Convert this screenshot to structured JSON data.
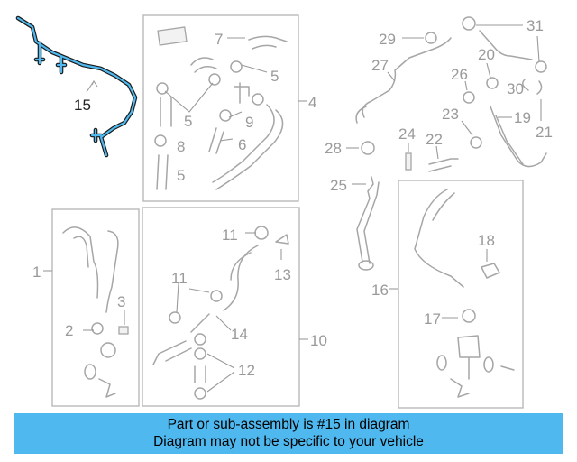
{
  "colors": {
    "highlight": "#4fb8ee",
    "outline": "#1a1a1a",
    "part_gray": "#a6a6a6",
    "label_gray": "#9a9a9a"
  },
  "highlighted_part": "15",
  "callouts": {
    "c1": "1",
    "c2": "2",
    "c3": "3",
    "c4": "4",
    "c5a": "5",
    "c5b": "5",
    "c5c": "5",
    "c6": "6",
    "c7": "7",
    "c8": "8",
    "c9": "9",
    "c10": "10",
    "c11a": "11",
    "c11b": "11",
    "c12": "12",
    "c13": "13",
    "c14": "14",
    "c15": "15",
    "c16": "16",
    "c17": "17",
    "c18": "18",
    "c19": "19",
    "c20": "20",
    "c21": "21",
    "c22": "22",
    "c23": "23",
    "c24": "24",
    "c25": "25",
    "c26": "26",
    "c27": "27",
    "c28": "28",
    "c29": "29",
    "c30": "30",
    "c31": "31"
  },
  "banner": {
    "line1": "Part or sub-assembly is #15 in diagram",
    "line2": "Diagram may not be specific to your vehicle"
  }
}
